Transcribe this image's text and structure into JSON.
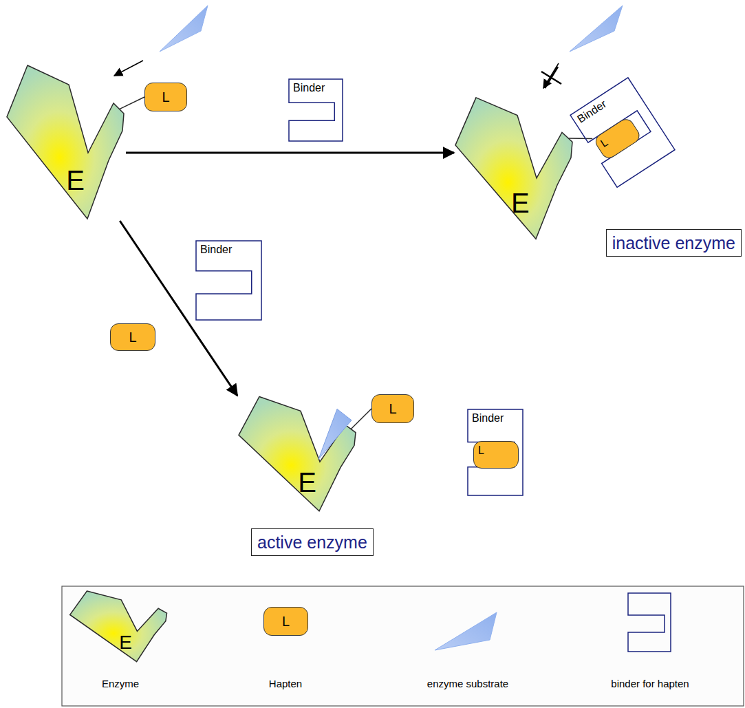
{
  "diagram": {
    "nodes": [
      {
        "text": [
          "E"
        ]
      },
      {
        "text": [
          "L"
        ]
      },
      {
        "text": [
          "Binder"
        ]
      },
      {
        "text": [
          "E"
        ]
      },
      {
        "text": [
          "Binder"
        ]
      },
      {
        "text": [
          "L"
        ],
        "in": 4
      },
      {
        "text": [
          "inactive enzyme"
        ]
      },
      {
        "text": [
          "Binder"
        ]
      },
      {
        "text": [
          "L"
        ]
      },
      {
        "text": [
          "E"
        ]
      },
      {
        "text": [
          "L"
        ]
      },
      {
        "text": [
          "Binder"
        ]
      },
      {
        "text": [
          "L"
        ],
        "in": 11
      },
      {
        "text": [
          "active enzyme"
        ]
      },
      {
        "text": [
          "E"
        ]
      },
      {
        "text": [
          "L"
        ]
      }
    ],
    "edges": [
      {
        "from": 0,
        "to": 1,
        "arrow": "none"
      },
      {
        "from": 0,
        "to": 3,
        "arrow": "to"
      },
      {
        "from": 3,
        "to": 5,
        "arrow": "none"
      },
      {
        "from": 0,
        "to": 9,
        "arrow": "to"
      },
      {
        "from": 9,
        "to": 10,
        "arrow": "none"
      }
    ],
    "legend": [
      {
        "text": "Enzyme"
      },
      {
        "text": "Hapten"
      },
      {
        "text": "enzyme substrate"
      },
      {
        "text": "binder for hapten"
      }
    ]
  }
}
